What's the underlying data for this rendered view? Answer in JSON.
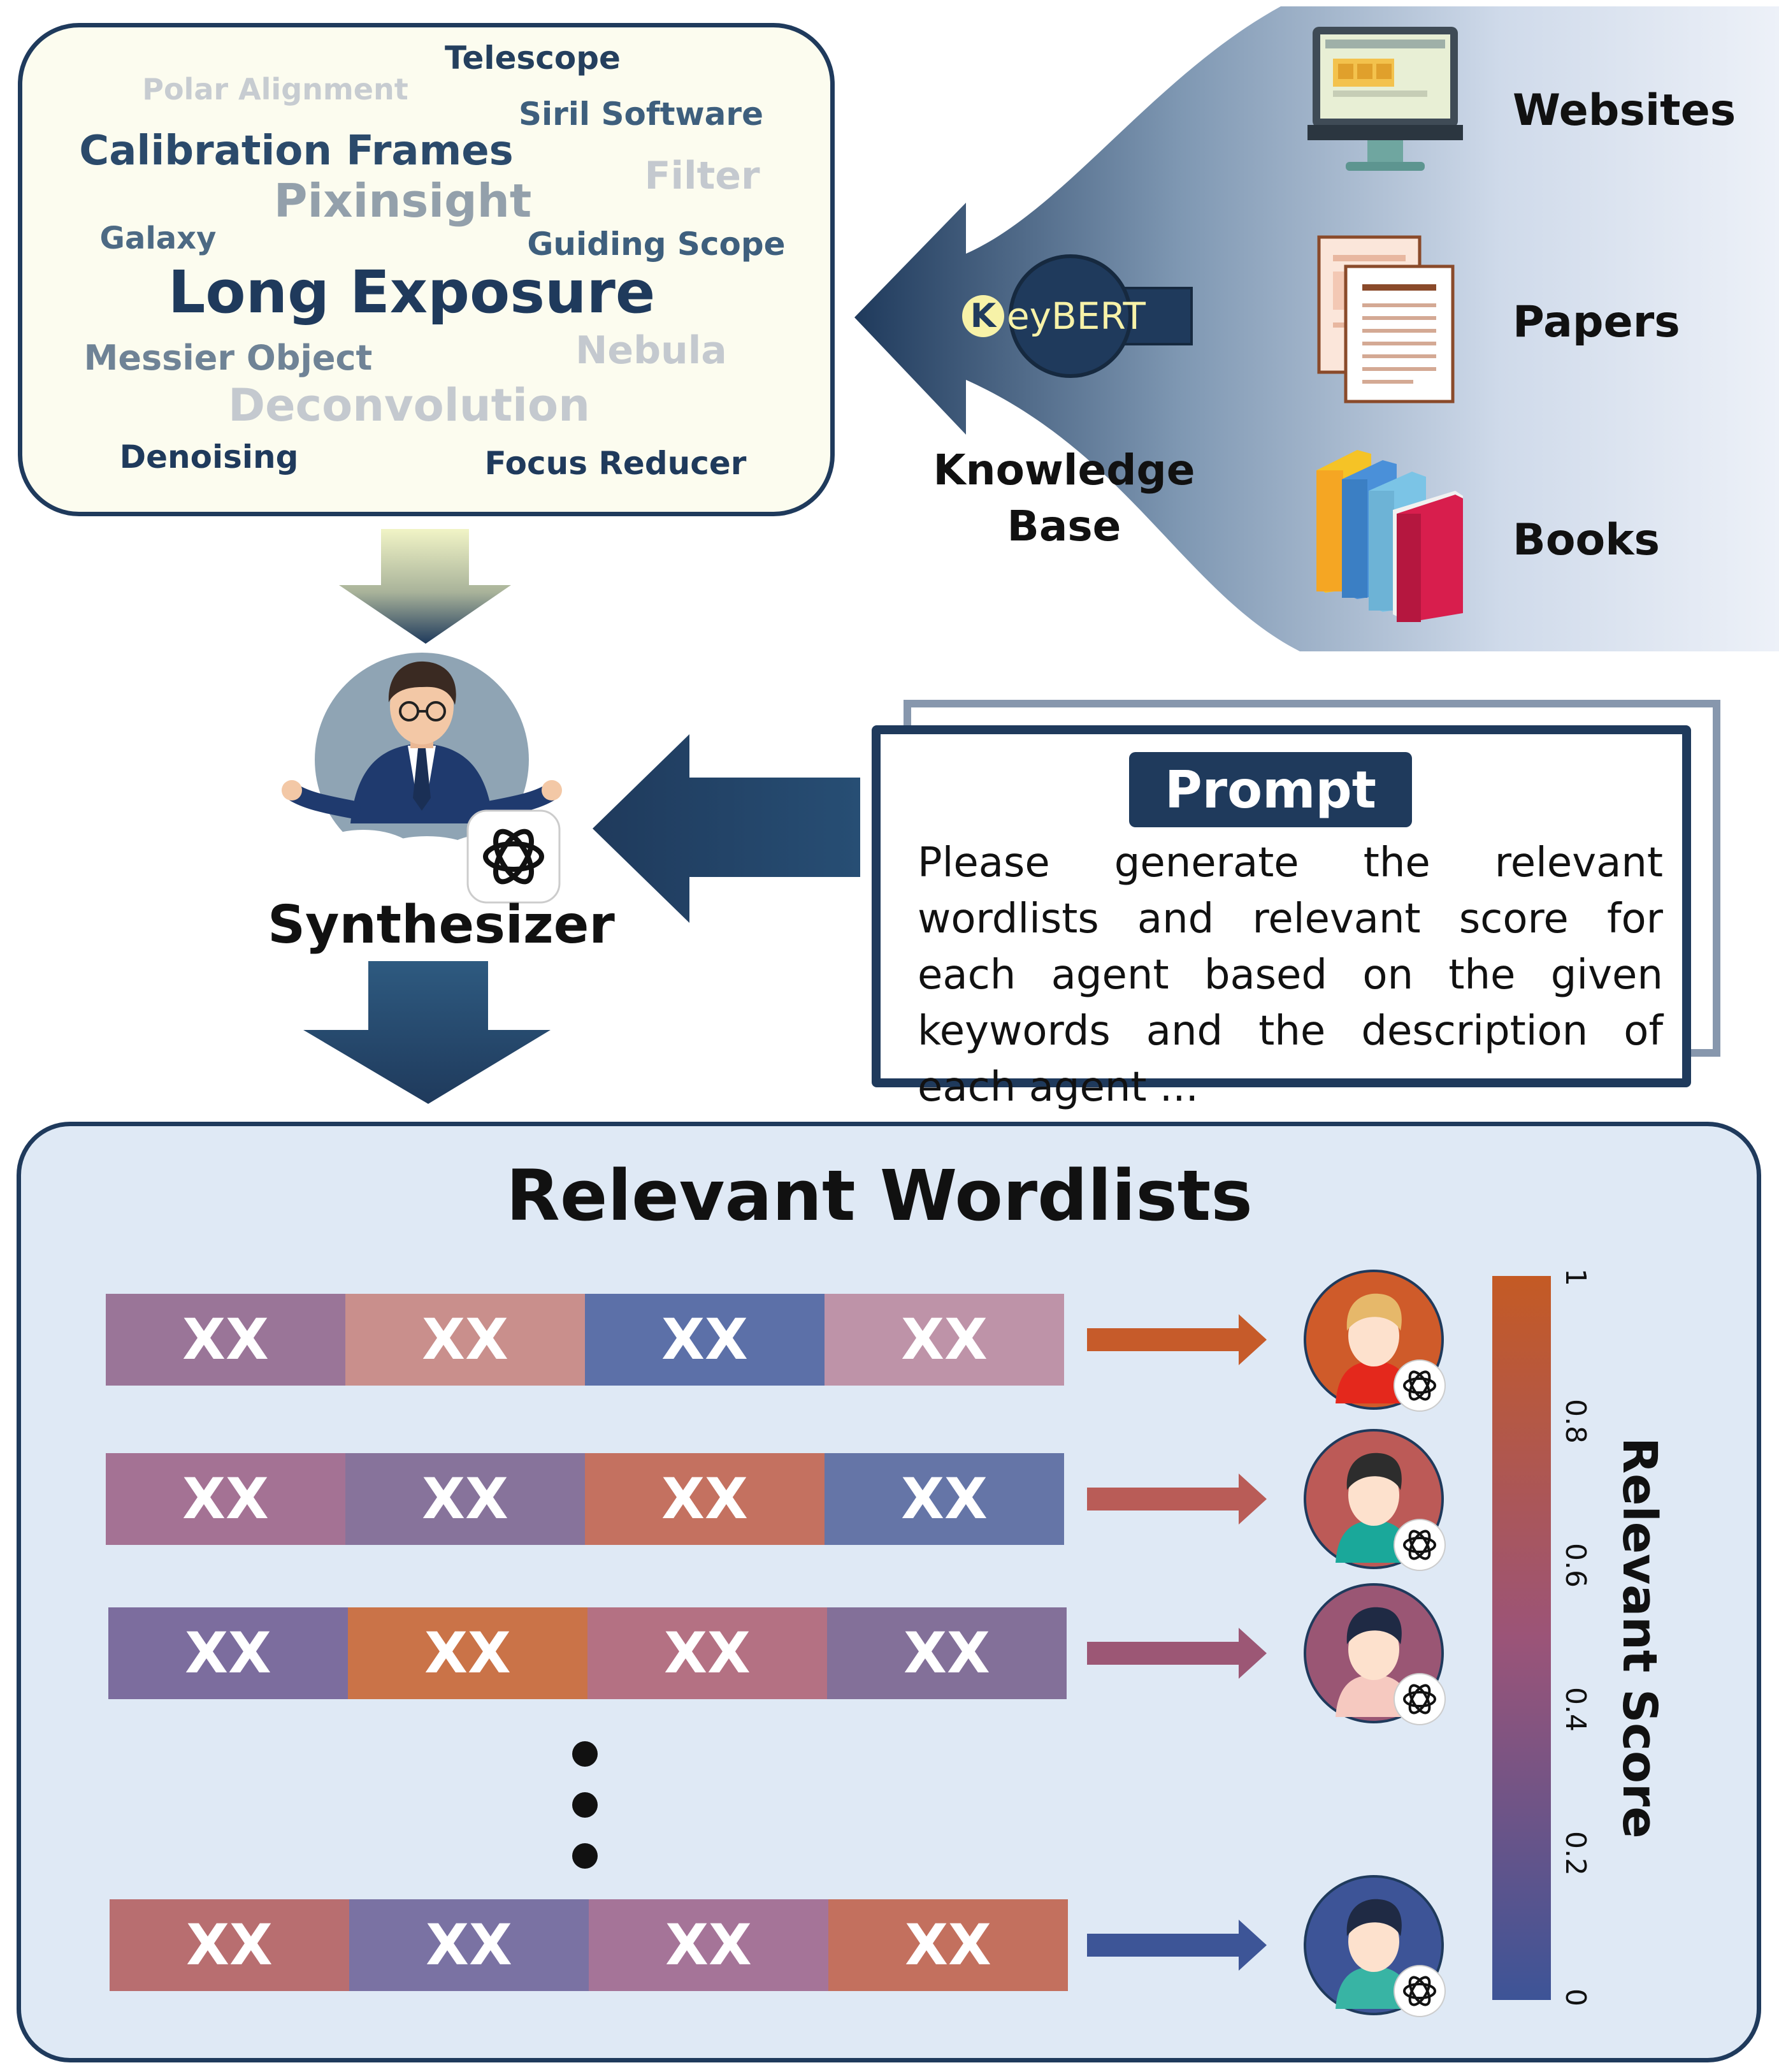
{
  "word_cloud": {
    "words": [
      {
        "text": "Telescope",
        "color": "#243f5e"
      },
      {
        "text": "Polar Alignment",
        "color": "#c7ccd1"
      },
      {
        "text": "Siril Software",
        "color": "#3e5f7d"
      },
      {
        "text": "Calibration Frames",
        "color": "#2b4a6b"
      },
      {
        "text": "Filter",
        "color": "#c4c9cf"
      },
      {
        "text": "Pixinsight",
        "color": "#93a0ab"
      },
      {
        "text": "Galaxy",
        "color": "#4d6a84"
      },
      {
        "text": "Guiding Scope",
        "color": "#3e5f7d"
      },
      {
        "text": "Long Exposure",
        "color": "#1f3a5c"
      },
      {
        "text": "Messier Object",
        "color": "#6f8396"
      },
      {
        "text": "Nebula",
        "color": "#c4c9cf"
      },
      {
        "text": "Deconvolution",
        "color": "#c4c9cf"
      },
      {
        "text": "Denoising",
        "color": "#1f3a5c"
      },
      {
        "text": "Focus Reducer",
        "color": "#1f3a5c"
      }
    ]
  },
  "knowledge": {
    "keybert_letter": "K",
    "keybert_rest": "eyBERT",
    "label_line1": "Knowledge",
    "label_line2": "Base",
    "sources": [
      {
        "label": "Websites",
        "icon": "monitor-icon"
      },
      {
        "label": "Papers",
        "icon": "papers-icon"
      },
      {
        "label": "Books",
        "icon": "books-icon"
      }
    ]
  },
  "synthesizer": {
    "label": "Synthesizer",
    "icon": "businessman-icon"
  },
  "prompt": {
    "title": "Prompt",
    "lines": [
      [
        "Please",
        "generate",
        "the",
        "relevant"
      ],
      [
        "wordlists",
        "and",
        "relevant",
        "score",
        "for"
      ],
      [
        "each",
        "agent",
        "based",
        "on",
        "the",
        "given"
      ],
      [
        "keywords",
        "and",
        "the",
        "description",
        "of"
      ],
      [
        "each agent ..."
      ]
    ]
  },
  "wordlists": {
    "title": "Relevant Wordlists",
    "cell_text": "XX",
    "rows": [
      {
        "cells": [
          "#9a7598",
          "#c98f8c",
          "#5c70a8",
          "#be93a8"
        ],
        "arrow": "#c65b2a",
        "avatar_bg": "#cf5b2a",
        "agent": "agent-woman-bun"
      },
      {
        "cells": [
          "#a47294",
          "#87739b",
          "#c47160",
          "#6575a7"
        ],
        "arrow": "#b95c57",
        "avatar_bg": "#bc5a57",
        "agent": "agent-woman-long-hair"
      },
      {
        "cells": [
          "#7c6d9e",
          "#ca7348",
          "#b47183",
          "#837099"
        ],
        "arrow": "#9c5775",
        "avatar_bg": "#9a5674",
        "agent": "agent-curly-hair"
      },
      {
        "cells": [
          "#b86e70",
          "#7a72a3",
          "#a57498",
          "#c3705e"
        ],
        "arrow": "#3d5597",
        "avatar_bg": "#3d5497",
        "agent": "agent-man"
      }
    ]
  },
  "colorbar": {
    "title": "Relevant Score",
    "ticks": [
      "1",
      "0.8",
      "0.6",
      "0.4",
      "0.2",
      "0"
    ],
    "color_top": "#c45a24",
    "color_mid": "#9b5478",
    "color_bottom": "#3d5497"
  }
}
